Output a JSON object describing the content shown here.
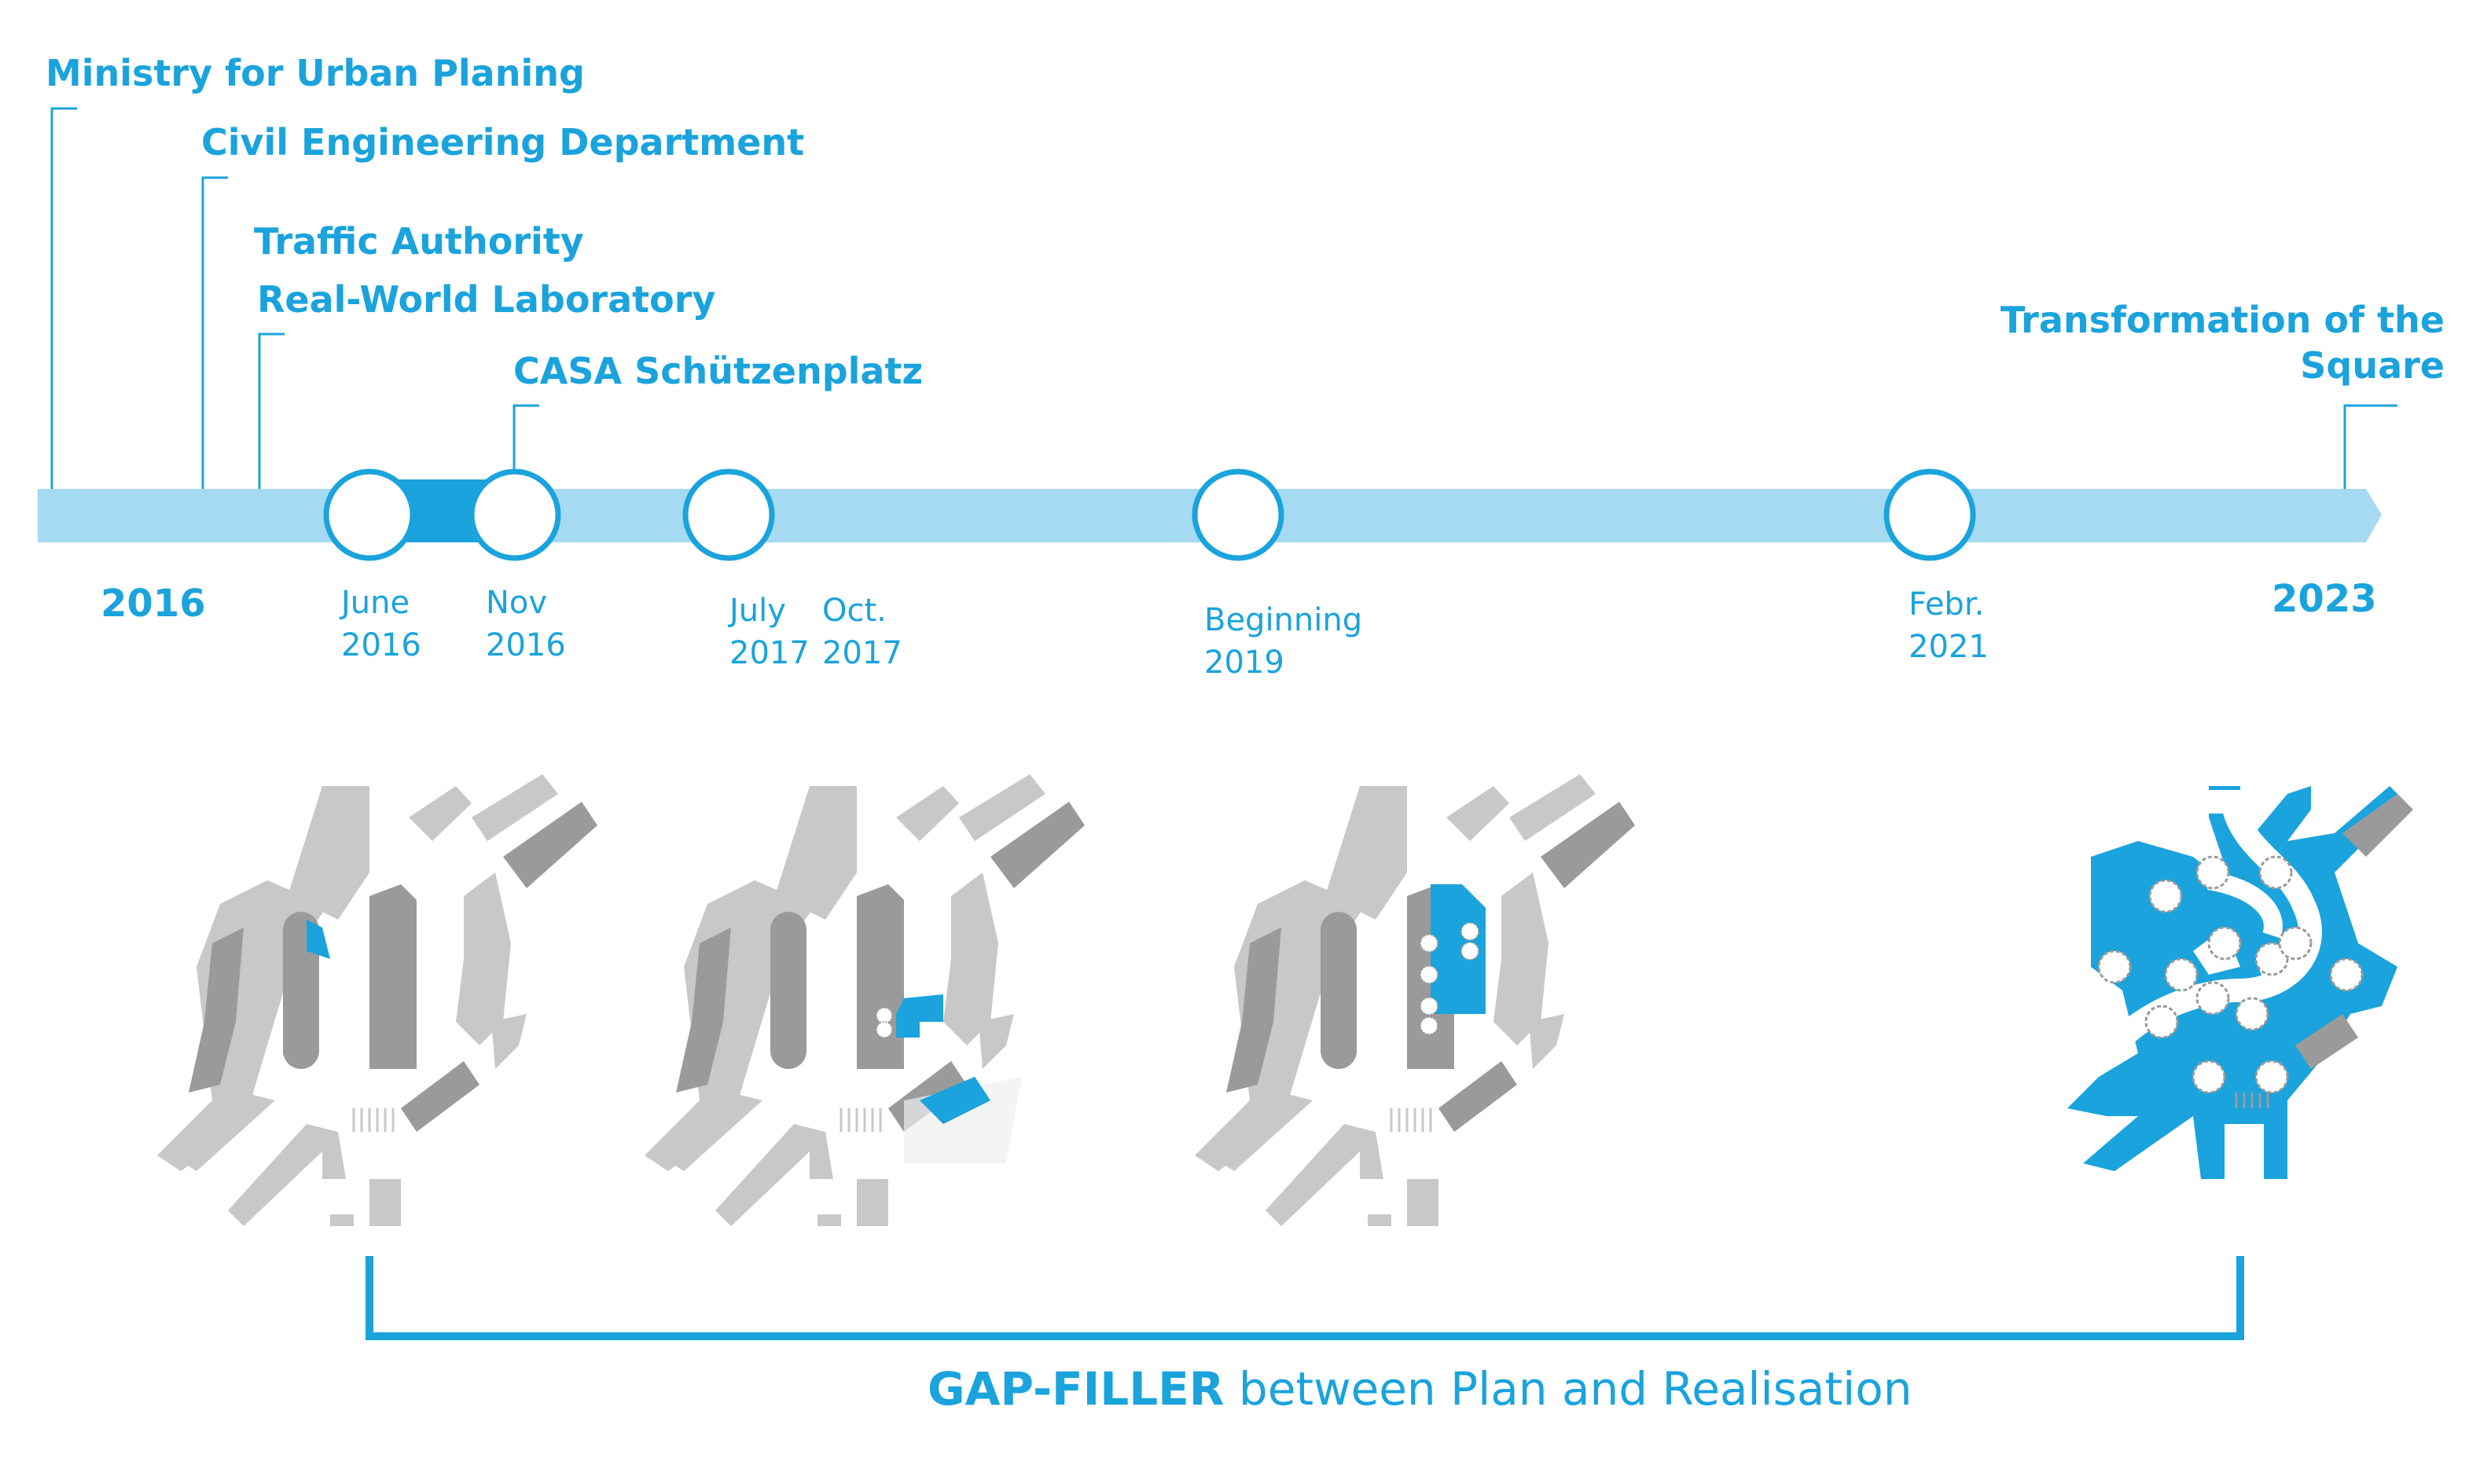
{
  "colors": {
    "accent": "#1aa3dc",
    "bar": "#a6d9f2",
    "bar_dark": "#1aa3dc",
    "map_gray": "#c8c8c8",
    "map_dark": "#9a9a9a",
    "map_blue": "#1aa3dc"
  },
  "stakeholders": [
    {
      "id": "ministry",
      "label": "Ministry for Urban Planing"
    },
    {
      "id": "civil",
      "label": "Civil Engineering Department"
    },
    {
      "id": "traffic",
      "label": "Traffic Authority"
    },
    {
      "id": "lab",
      "label": "Real-World Laboratory"
    },
    {
      "id": "casa",
      "label": "CASA Schützenplatz"
    },
    {
      "id": "transform",
      "label": "Transformation of the\nSquare"
    }
  ],
  "years": {
    "start": "2016",
    "end": "2023"
  },
  "dates": [
    {
      "id": "jun16",
      "label": "June\n2016"
    },
    {
      "id": "nov16",
      "label": "Nov\n2016"
    },
    {
      "id": "jul17",
      "label": "July\n2017"
    },
    {
      "id": "oct17",
      "label": "Oct.\n2017"
    },
    {
      "id": "beg19",
      "label": "Beginning\n2019"
    },
    {
      "id": "feb21",
      "label": "Febr.\n2021"
    }
  ],
  "caption": {
    "bold": "GAP-FILLER",
    "rest": " between Plan and Realisation"
  },
  "icons": [
    "tree-icon"
  ]
}
